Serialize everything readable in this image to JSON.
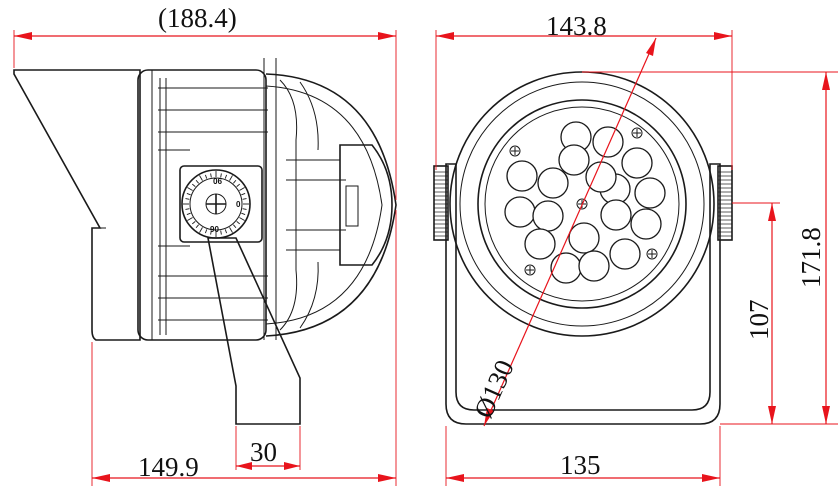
{
  "dimensions": {
    "total_depth": "(188.4)",
    "front_width": "143.8",
    "height": "171.8",
    "mount_height": "107",
    "diameter": "Ø130",
    "base_width": "135",
    "bracket_depth": "149.9",
    "bracket_width": "30"
  },
  "dial": {
    "mark_top": "90",
    "mark_right": "0",
    "mark_bottom": "90"
  },
  "colors": {
    "dimension_line": "#e8141c",
    "outline": "#1a1a1a"
  }
}
